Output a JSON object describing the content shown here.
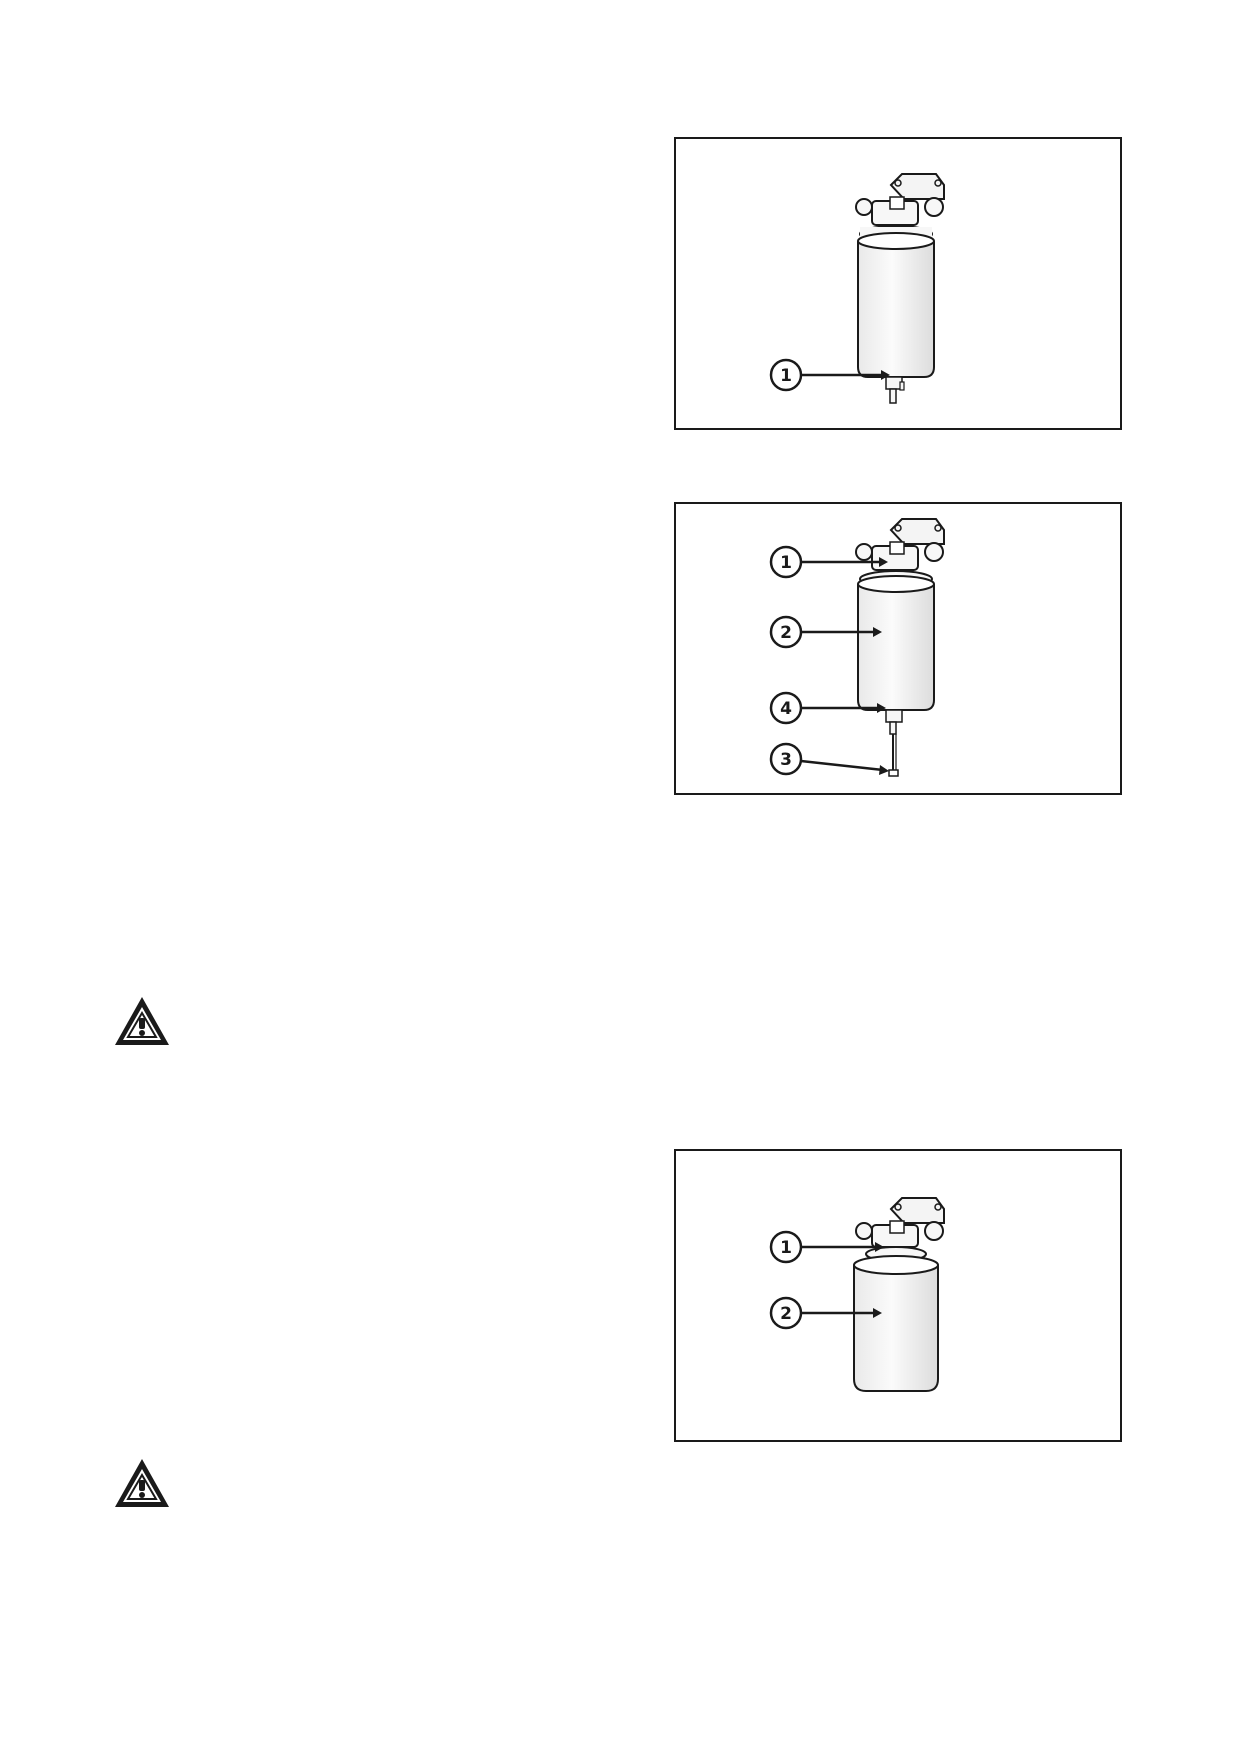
{
  "figures": [
    {
      "id": "fig1",
      "callouts": [
        "1"
      ]
    },
    {
      "id": "fig2",
      "callouts": [
        "1",
        "2",
        "4",
        "3"
      ]
    },
    {
      "id": "fig3",
      "callouts": [
        "1",
        "2"
      ]
    }
  ],
  "warnings": [
    {
      "icon": "warning-triangle-icon"
    },
    {
      "icon": "warning-triangle-icon"
    }
  ],
  "colors": {
    "ink": "#1a1a1a",
    "filter_body": "#f2f2f2"
  }
}
